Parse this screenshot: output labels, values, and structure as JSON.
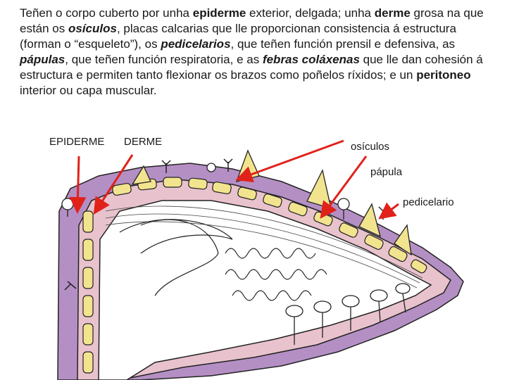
{
  "text": {
    "p1": "Teñen o corpo cuberto por unha ",
    "epiderme": "epiderme",
    "p2": " exterior, delgada; unha ",
    "derme": "derme",
    "p3": " grosa na que están os ",
    "osiculos": "osículos",
    "p4": ", placas calcarias que lle proporcionan consistencia á estructura (forman o “esqueleto”), os ",
    "pedicelarios": "pedicelarios",
    "p5": ", que teñen función prensil e defensiva, as ",
    "papulas": "pápulas",
    "p6": ", que teñen función respiratoria, e as ",
    "febras": "febras coláxenas",
    "p7": " que lle dan cohesión á estructura e permiten tanto flexionar os brazos como poñelos ríxidos; e un ",
    "peritoneo": "peritoneo",
    "p8": " interior ou capa muscular."
  },
  "labels": {
    "epiderme": "EPIDERME",
    "derme": "DERME",
    "osiculos": "osículos",
    "papula": "pápula",
    "pedicelario": "pedicelario"
  },
  "colors": {
    "epidermis": "#b48fc4",
    "dermis": "#e8c2cc",
    "ossicles": "#f2e48f",
    "arrow": "#e0221b",
    "outline": "#222222"
  }
}
